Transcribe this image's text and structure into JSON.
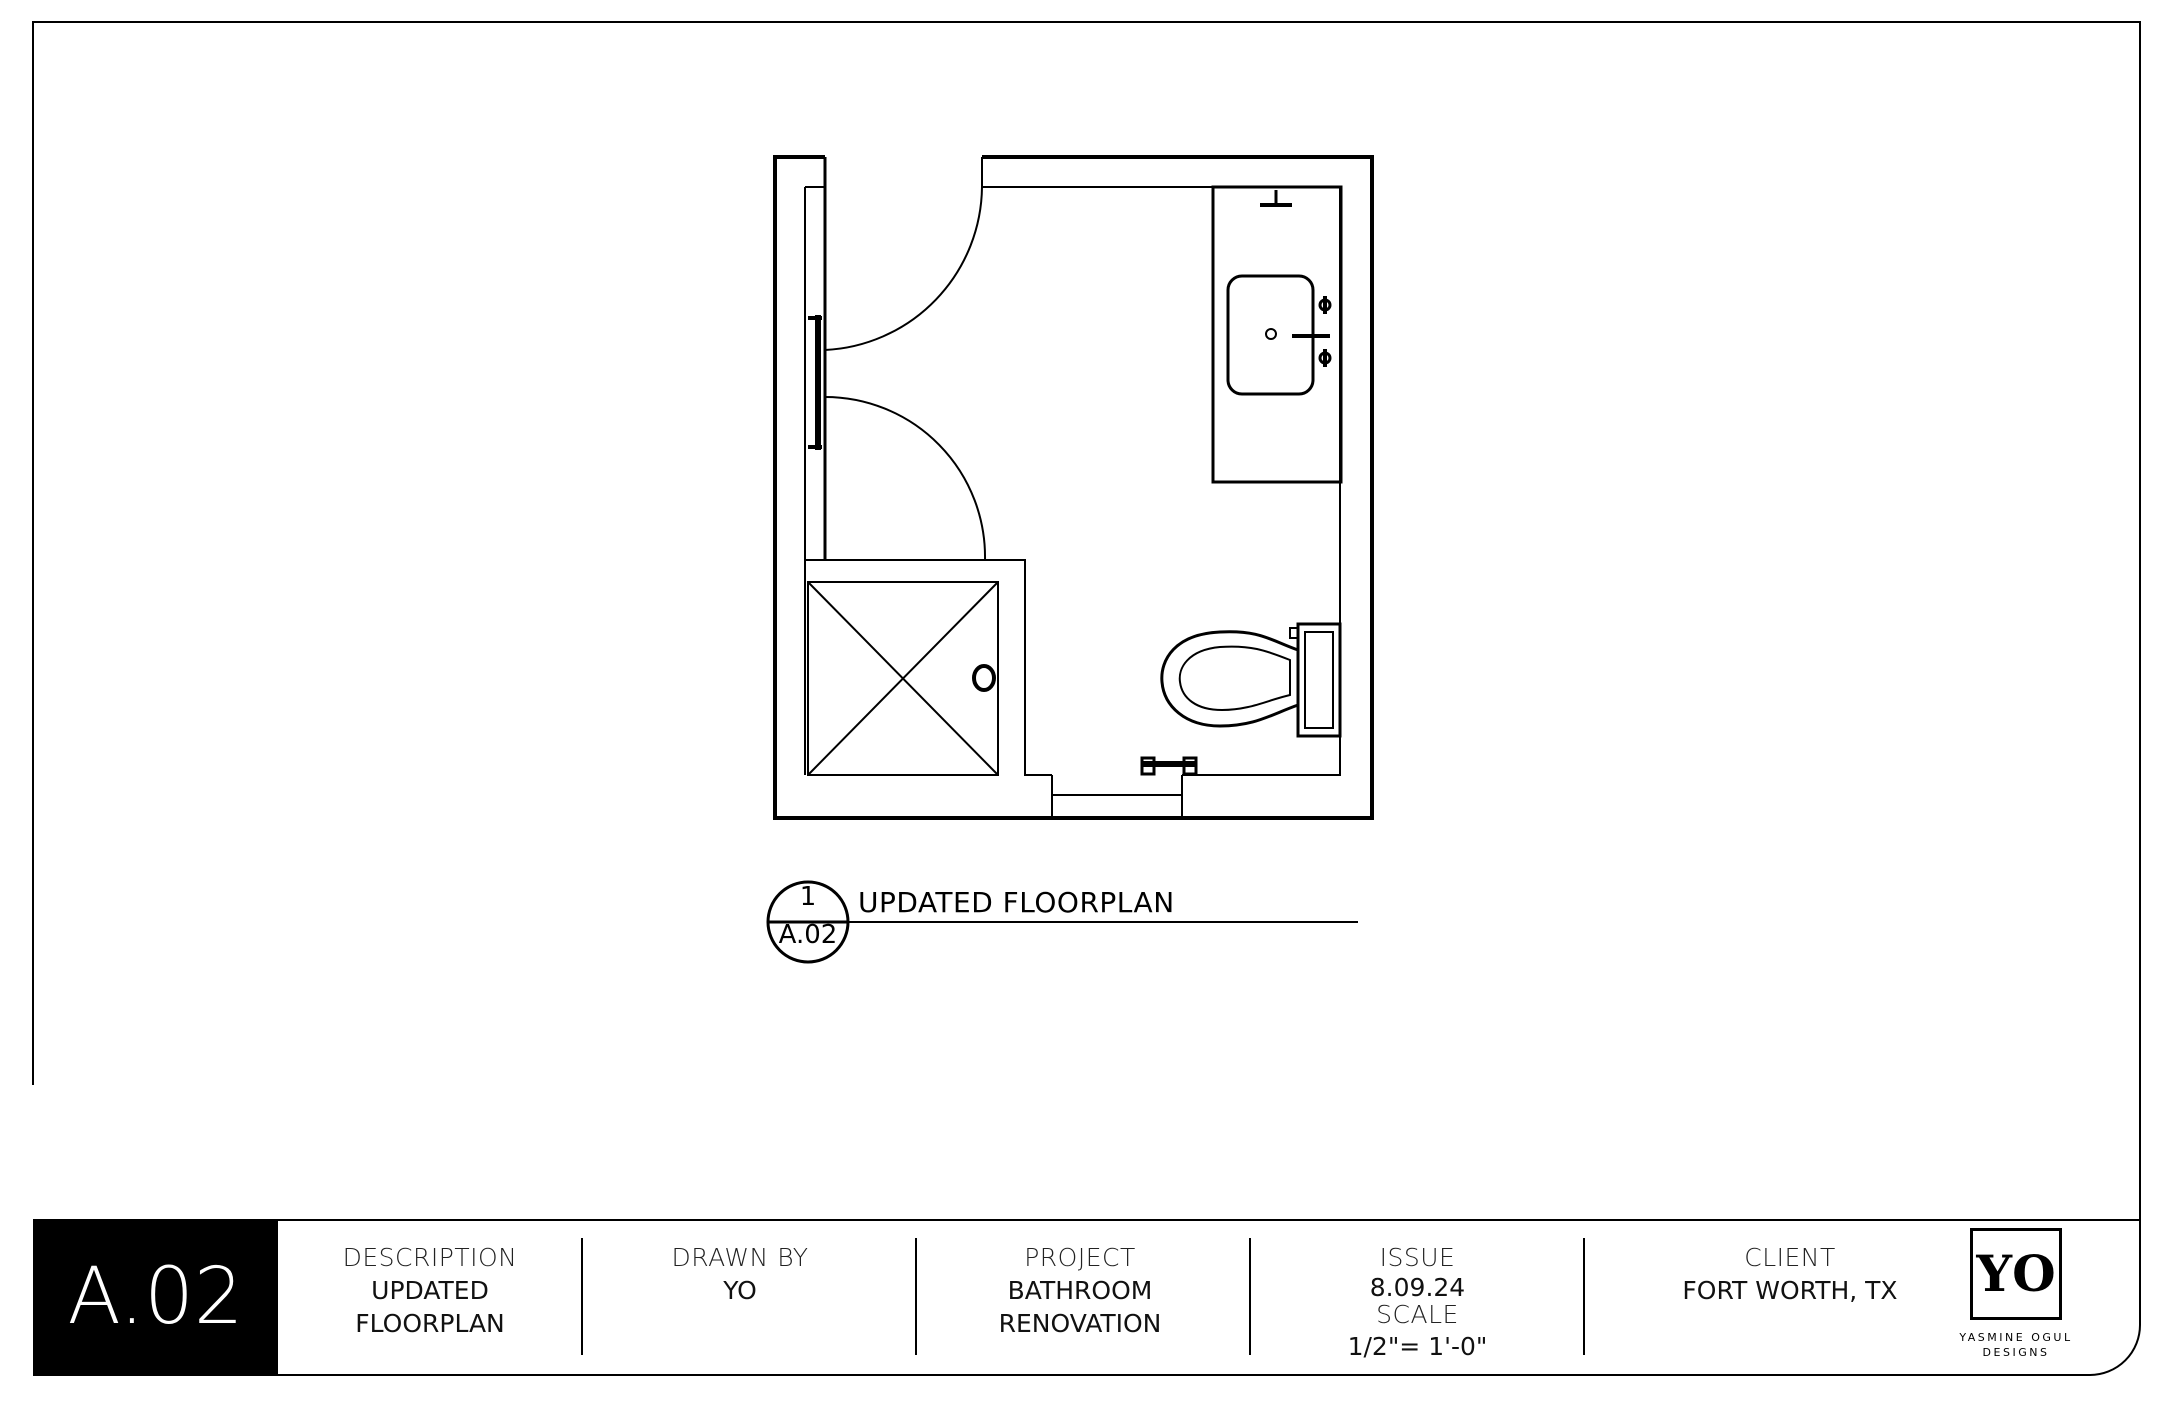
{
  "drawing": {
    "callout_number": "1",
    "callout_sheet": "A.02",
    "callout_title": "UPDATED FLOORPLAN"
  },
  "title_block": {
    "sheet_number": "A.02",
    "description_label": "DESCRIPTION",
    "description_line1": "UPDATED",
    "description_line2": "FLOORPLAN",
    "drawn_by_label": "DRAWN BY",
    "drawn_by_value": "YO",
    "project_label": "PROJECT",
    "project_line1": "BATHROOM",
    "project_line2": "RENOVATION",
    "issue_label": "ISSUE",
    "issue_value": "8.09.24",
    "scale_label": "SCALE",
    "scale_value": "1/2\"= 1'-0\"",
    "client_label": "CLIENT",
    "client_value": "FORT WORTH, TX",
    "logo_mark": "YO",
    "logo_line1": "YASMINE OGUL",
    "logo_line2": "DESIGNS"
  }
}
